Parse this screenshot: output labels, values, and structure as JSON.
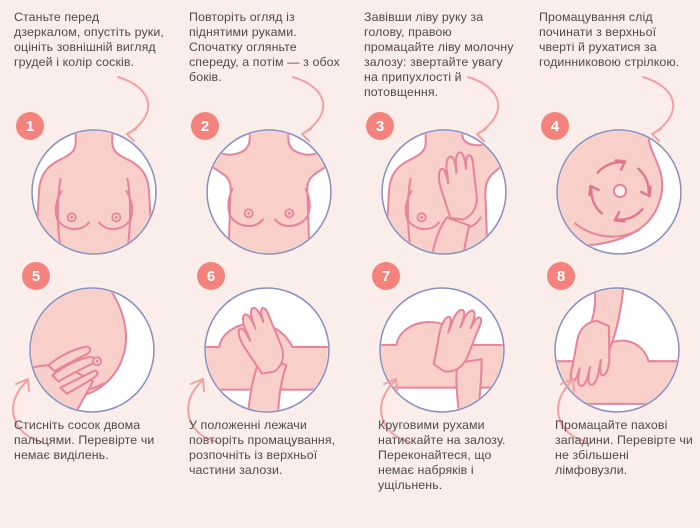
{
  "page": {
    "language": "uk",
    "background_color": "#FBEDE9",
    "text_color": "#4F4A49",
    "badge_color": "#F4837D",
    "skin_color": "#F8CFC9",
    "outline_color": "#E6849B",
    "circle_ring_color": "#8B90BD",
    "arrow_color": "#F0A2A2"
  },
  "steps": [
    {
      "number": "1",
      "text": "Станьте перед дзеркалом, опустіть руки, оцініть зовнішній вигляд грудей і колір сосків.",
      "illustration": "torso-front-arms-down"
    },
    {
      "number": "2",
      "text": "Повторіть огляд із піднятими руками. Спочатку огляньте спереду, а потім — з обох боків.",
      "illustration": "torso-front-arms-raised"
    },
    {
      "number": "3",
      "text": "Завівши ліву руку за голову, правою промацайте ліву молочну залозу: звертайте увагу на припухлості й потовщення.",
      "illustration": "hand-palpating-breast"
    },
    {
      "number": "4",
      "text": "Промацування слід починати з верхньої чверті й рухатися за годинниковою стрілкою.",
      "illustration": "breast-clockwise-arrows"
    },
    {
      "number": "5",
      "text": "Стисніть сосок двома пальцями. Перевірте чи немає виділень.",
      "illustration": "fingers-squeezing-nipple"
    },
    {
      "number": "6",
      "text": "У положенні лежачи повторіть промацування, розпочніть із верхньої частини залози.",
      "illustration": "lying-hand-pressing-gland"
    },
    {
      "number": "7",
      "text": "Круговими рухами натискайте на залозу. Переконайтеся, що немає набряків і ущільнень.",
      "illustration": "lying-circular-pressing"
    },
    {
      "number": "8",
      "text": "Промацайте пахові западини. Перевірте чи не збільшені лімфовузли.",
      "illustration": "lying-armpit-palpation"
    }
  ]
}
